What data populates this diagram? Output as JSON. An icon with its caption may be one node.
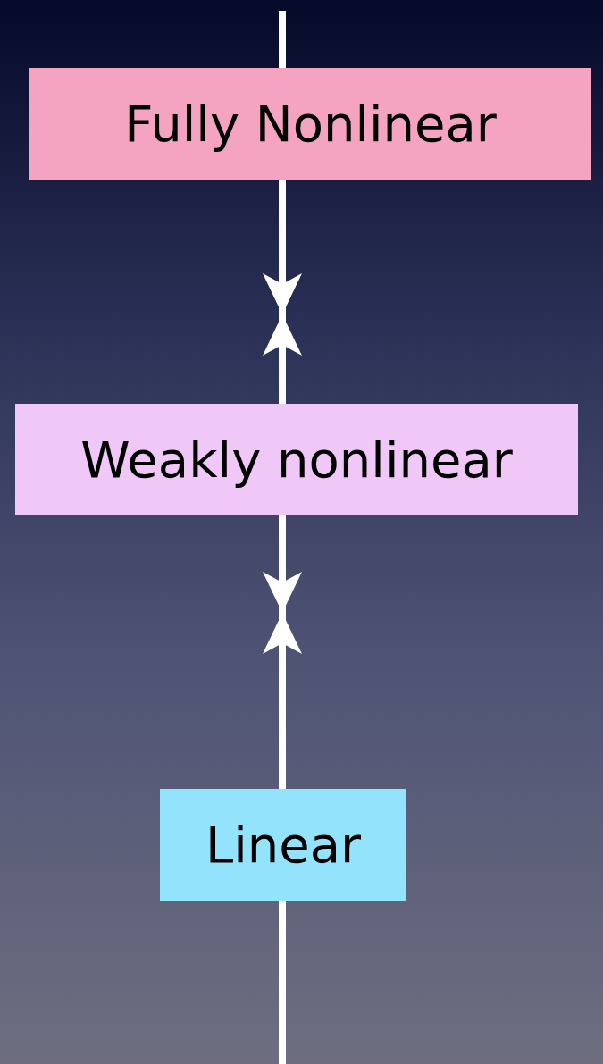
{
  "diagram": {
    "nodes": [
      {
        "text": [
          "Fully Nonlinear"
        ]
      },
      {
        "text": [
          "Weakly nonlinear"
        ]
      },
      {
        "text": [
          "Linear"
        ]
      }
    ],
    "edges": [
      {
        "from": null,
        "to": 0,
        "arrow": "none"
      },
      {
        "from": 0,
        "to": null,
        "arrow": "to"
      },
      {
        "from": 1,
        "to": null,
        "arrow": "to"
      },
      {
        "from": 1,
        "to": null,
        "arrow": "to"
      },
      {
        "from": 2,
        "to": null,
        "arrow": "to"
      },
      {
        "from": 2,
        "to": null,
        "arrow": "none"
      }
    ]
  }
}
